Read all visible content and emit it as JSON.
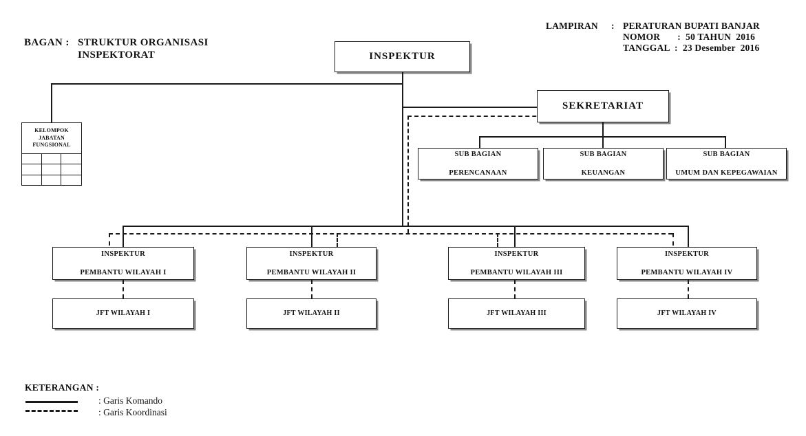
{
  "header": {
    "lampiran_label": "LAMPIRAN",
    "lampiran_colon": ":",
    "line1": "PERATURAN BUPATI BANJAR",
    "line2": "NOMOR       :  50 TAHUN  2016",
    "line3": "TANGGAL  :  23 Desember  2016"
  },
  "title": {
    "label": "BAGAN :",
    "line1": "STRUKTUR ORGANISASI",
    "line2": "INSPEKTORAT"
  },
  "chart": {
    "root": "INSPEKTUR",
    "functional_group": {
      "line1": "KELOMPOK",
      "line2": "JABATAN",
      "line3": "FUNGSIONAL",
      "grid_rows": 3,
      "grid_cols": 3
    },
    "secretariat": "SEKRETARIAT",
    "sub_bagian": [
      {
        "line1": "SUB BAGIAN",
        "line2": "PERENCANAAN"
      },
      {
        "line1": "SUB BAGIAN",
        "line2": "KEUANGAN"
      },
      {
        "line1": "SUB BAGIAN",
        "line2": "UMUM DAN KEPEGAWAIAN"
      }
    ],
    "inspektur_pembantu": [
      {
        "line1": "INSPEKTUR",
        "line2": "PEMBANTU WILAYAH I"
      },
      {
        "line1": "INSPEKTUR",
        "line2": "PEMBANTU WILAYAH II"
      },
      {
        "line1": "INSPEKTUR",
        "line2": "PEMBANTU WILAYAH III"
      },
      {
        "line1": "INSPEKTUR",
        "line2": "PEMBANTU WILAYAH IV"
      }
    ],
    "jft": [
      "JFT WILAYAH I",
      "JFT WILAYAH II",
      "JFT WILAYAH III",
      "JFT WILAYAH IV"
    ]
  },
  "legend": {
    "title": "KETERANGAN :",
    "solid_label": ": Garis Komando",
    "dashed_label": ": Garis Koordinasi"
  },
  "colors": {
    "line": "#1a1a1a",
    "shadow": "#888888",
    "background": "#ffffff"
  }
}
